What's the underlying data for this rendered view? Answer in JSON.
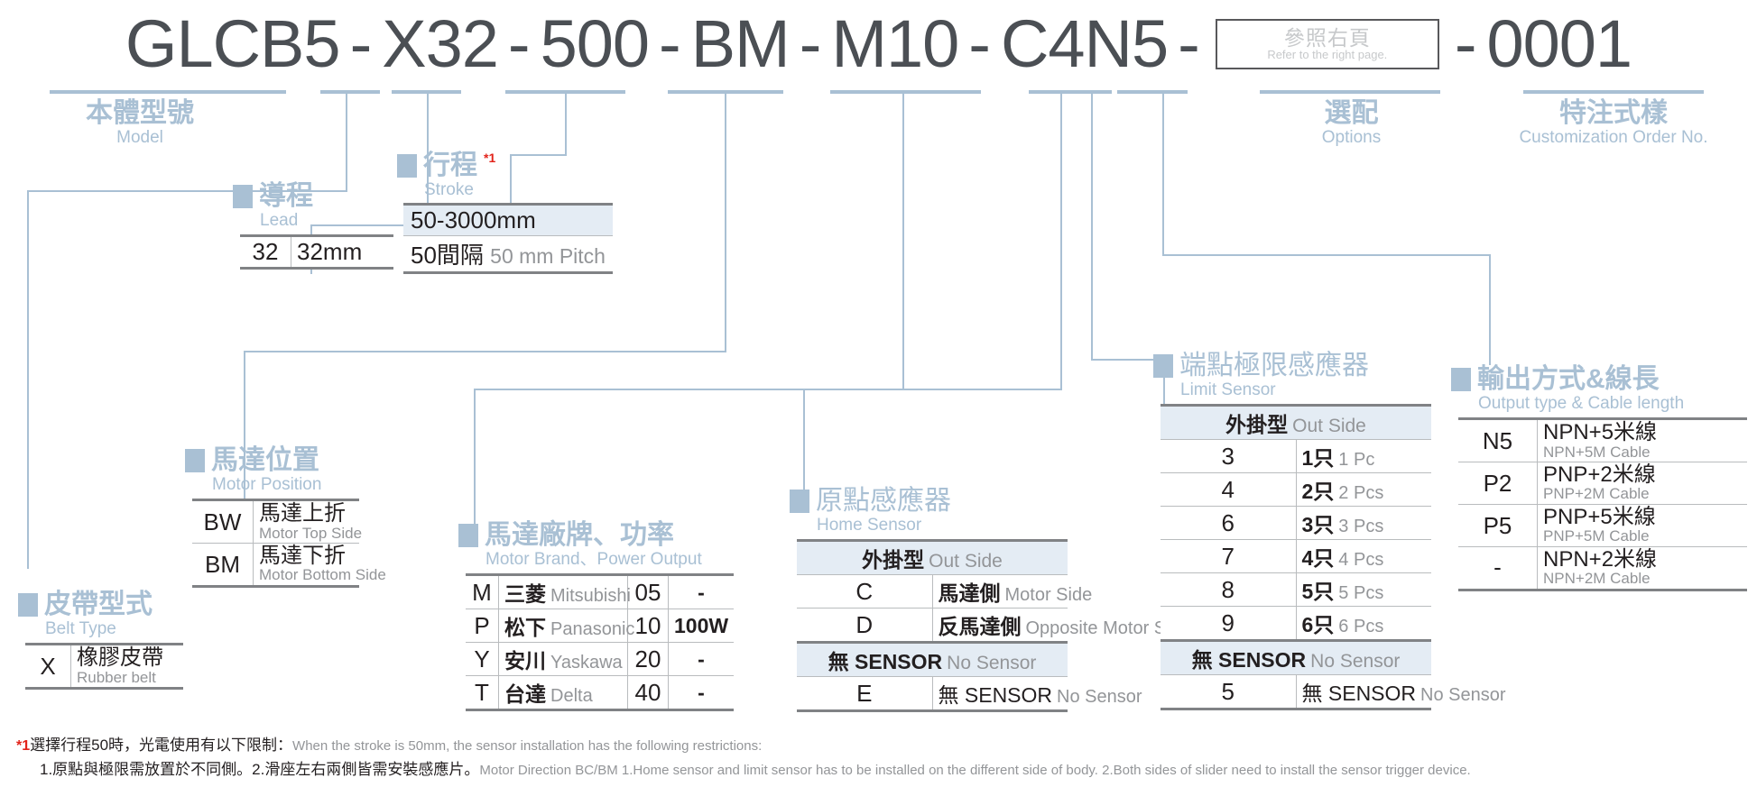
{
  "part_number": {
    "segments": [
      "GLCB5",
      "X32",
      "500",
      "BM",
      "M10",
      "C4N5"
    ],
    "separator": "-",
    "options_box": {
      "cn": "參照右頁",
      "en": "Refer to the right page."
    },
    "suffix": "0001"
  },
  "colors": {
    "accent_blue": "#a9c0d4",
    "band_fill": "#e4ecf4",
    "text_dark": "#231f20",
    "text_gray": "#939598",
    "rule_gray": "#808285",
    "pn_text": "#4b4f54",
    "red": "#e2231a"
  },
  "sections": {
    "model": {
      "cn": "本體型號",
      "en": "Model"
    },
    "lead": {
      "cn": "導程",
      "en": "Lead",
      "rows": [
        {
          "code": "32",
          "desc_cn": "32mm",
          "desc_en": ""
        }
      ]
    },
    "stroke": {
      "cn": "行程",
      "sup": "*1",
      "en": "Stroke",
      "range": "50-3000mm",
      "pitch_cn": "50間隔",
      "pitch_en": "50 mm Pitch"
    },
    "belt_type": {
      "cn": "皮帶型式",
      "en": "Belt Type",
      "rows": [
        {
          "code": "X",
          "desc_cn": "橡膠皮帶",
          "desc_en": "Rubber belt"
        }
      ]
    },
    "motor_position": {
      "cn": "馬達位置",
      "en": "Motor Position",
      "rows": [
        {
          "code": "BW",
          "desc_cn": "馬達上折",
          "desc_en": "Motor Top Side"
        },
        {
          "code": "BM",
          "desc_cn": "馬達下折",
          "desc_en": "Motor Bottom Side"
        }
      ]
    },
    "motor_brand": {
      "cn": "馬達廠牌、功率",
      "en": "Motor Brand、Power Output",
      "rows": [
        {
          "code": "M",
          "cn": "三菱",
          "en": "Mitsubishi",
          "pcode": "05",
          "power": "-"
        },
        {
          "code": "P",
          "cn": "松下",
          "en": "Panasonic",
          "pcode": "10",
          "power": "100W"
        },
        {
          "code": "Y",
          "cn": "安川",
          "en": "Yaskawa",
          "pcode": "20",
          "power": "-"
        },
        {
          "code": "T",
          "cn": "台達",
          "en": "Delta",
          "pcode": "40",
          "power": "-"
        }
      ]
    },
    "home_sensor": {
      "cn": "原點感應器",
      "en": "Home Sensor",
      "band1_cn": "外掛型",
      "band1_en": "Out Side",
      "rows": [
        {
          "code": "C",
          "cn": "馬達側",
          "en": "Motor Side"
        },
        {
          "code": "D",
          "cn": "反馬達側",
          "en": "Opposite Motor Side"
        }
      ],
      "band2_cn": "無 SENSOR",
      "band2_en": "No Sensor",
      "rows2": [
        {
          "code": "E",
          "cn": "無 SENSOR",
          "en": "No Sensor"
        }
      ]
    },
    "limit_sensor": {
      "cn": "端點極限感應器",
      "en": "Limit Sensor",
      "band1_cn": "外掛型",
      "band1_en": "Out Side",
      "rows": [
        {
          "code": "3",
          "cn": "1只",
          "en": "1 Pc"
        },
        {
          "code": "4",
          "cn": "2只",
          "en": "2 Pcs"
        },
        {
          "code": "6",
          "cn": "3只",
          "en": "3 Pcs"
        },
        {
          "code": "7",
          "cn": "4只",
          "en": "4 Pcs"
        },
        {
          "code": "8",
          "cn": "5只",
          "en": "5 Pcs"
        },
        {
          "code": "9",
          "cn": "6只",
          "en": "6 Pcs"
        }
      ],
      "band2_cn": "無 SENSOR",
      "band2_en": "No Sensor",
      "rows2": [
        {
          "code": "5",
          "cn": "無 SENSOR",
          "en": "No Sensor"
        }
      ]
    },
    "output_type": {
      "cn": "輸出方式&線長",
      "en": "Output type & Cable length",
      "rows": [
        {
          "code": "N5",
          "cn": "NPN+5米線",
          "en": "NPN+5M Cable"
        },
        {
          "code": "P2",
          "cn": "PNP+2米線",
          "en": "PNP+2M Cable"
        },
        {
          "code": "P5",
          "cn": "PNP+5米線",
          "en": "PNP+5M Cable"
        },
        {
          "code": "-",
          "cn": "NPN+2米線",
          "en": "NPN+2M Cable"
        }
      ]
    },
    "options": {
      "cn": "選配",
      "en": "Options"
    },
    "customization": {
      "cn": "特注式樣",
      "en": "Customization Order No."
    }
  },
  "footnotes": {
    "line1_mark": "*1",
    "line1_cn": "選擇行程50時，光電使用有以下限制：",
    "line1_en": "When the stroke is 50mm, the sensor installation has  the following restrictions:",
    "line2_cn": "1.原點與極限需放置於不同側。2.滑座左右兩側皆需安裝感應片。",
    "line2_en": "Motor Direction BC/BM 1.Home sensor and limit sensor has to be installed on the different side of body.  2.Both sides of slider need to install the sensor trigger device."
  }
}
